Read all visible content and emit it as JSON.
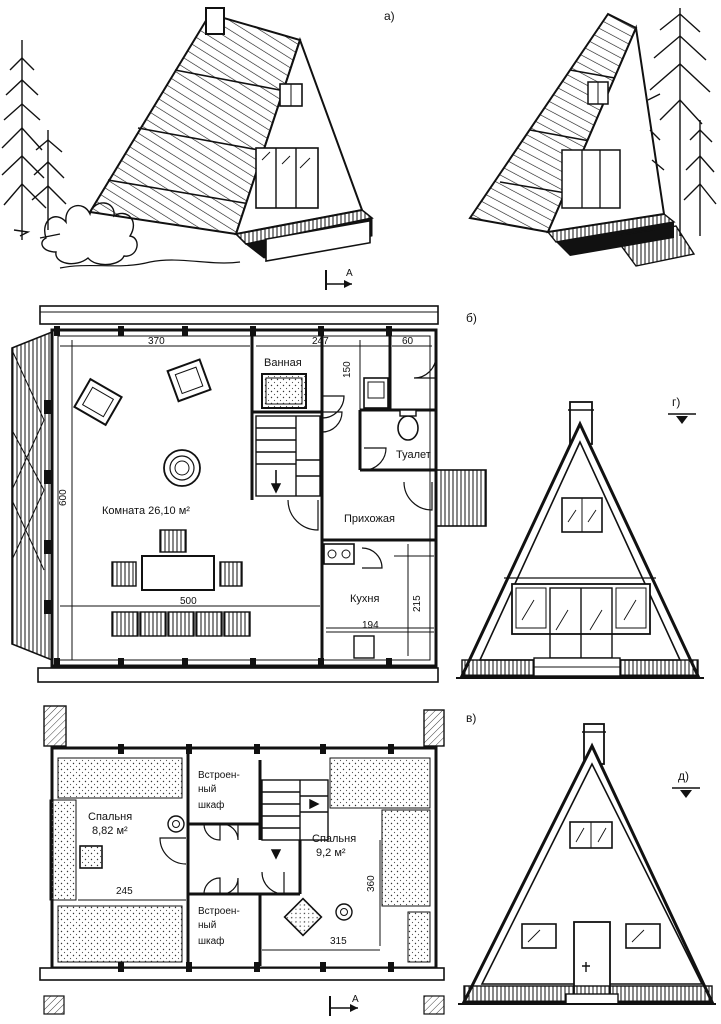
{
  "panels": {
    "a": "а)",
    "b": "б)",
    "v": "в)",
    "g": "г)",
    "d": "д)"
  },
  "section_mark": "A",
  "ground_floor": {
    "room_label": "Комната 26,10 м²",
    "bath_label": "Ванная",
    "toilet_label": "Туалет",
    "hall_label": "Прихожая",
    "kitchen_label": "Кухня",
    "dims": {
      "d370": "370",
      "d247": "247",
      "d60": "60",
      "d150": "150",
      "d600": "600",
      "d500": "500",
      "d215": "215",
      "d194": "194"
    }
  },
  "upper_floor": {
    "bed1_line1": "Спальня",
    "bed1_line2": "8,82 м²",
    "bed2_line1": "Спальня",
    "bed2_line2": "9,2 м²",
    "closet1": [
      "Встроен-",
      "ный",
      "шкаф"
    ],
    "closet2": [
      "Встроен-",
      "ный",
      "шкаф"
    ],
    "dims": {
      "d245": "245",
      "d315": "315",
      "d360": "360"
    }
  }
}
